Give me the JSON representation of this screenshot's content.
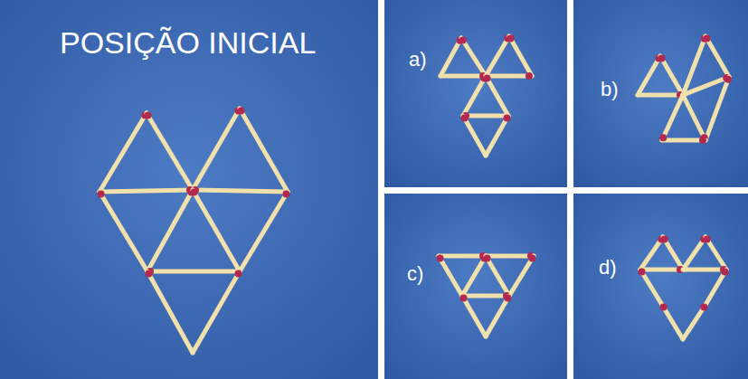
{
  "diagram": {
    "labels": [
      "POSIÇÃO INICIAL",
      "a)",
      "b)",
      "c)",
      "d)"
    ]
  }
}
